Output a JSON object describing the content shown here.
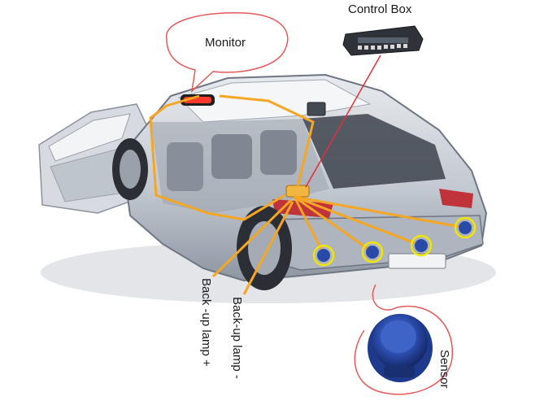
{
  "labels": {
    "monitor": "Monitor",
    "control_box": "Control Box",
    "sensor": "Sensor",
    "backup_lamp_plus": "Back -up lamp +",
    "backup_lamp_minus": "Back-up lamp -"
  },
  "colors": {
    "callout_outline": "#e25a5a",
    "wire": "#f5a623",
    "leader_line": "#e0303a",
    "sensor_blue": "#2a4aa8",
    "sensor_ring": "#f2e600",
    "car_body": "#c9ced6",
    "car_shadow": "#dde0e4",
    "display_red": "#ff3a2a"
  }
}
